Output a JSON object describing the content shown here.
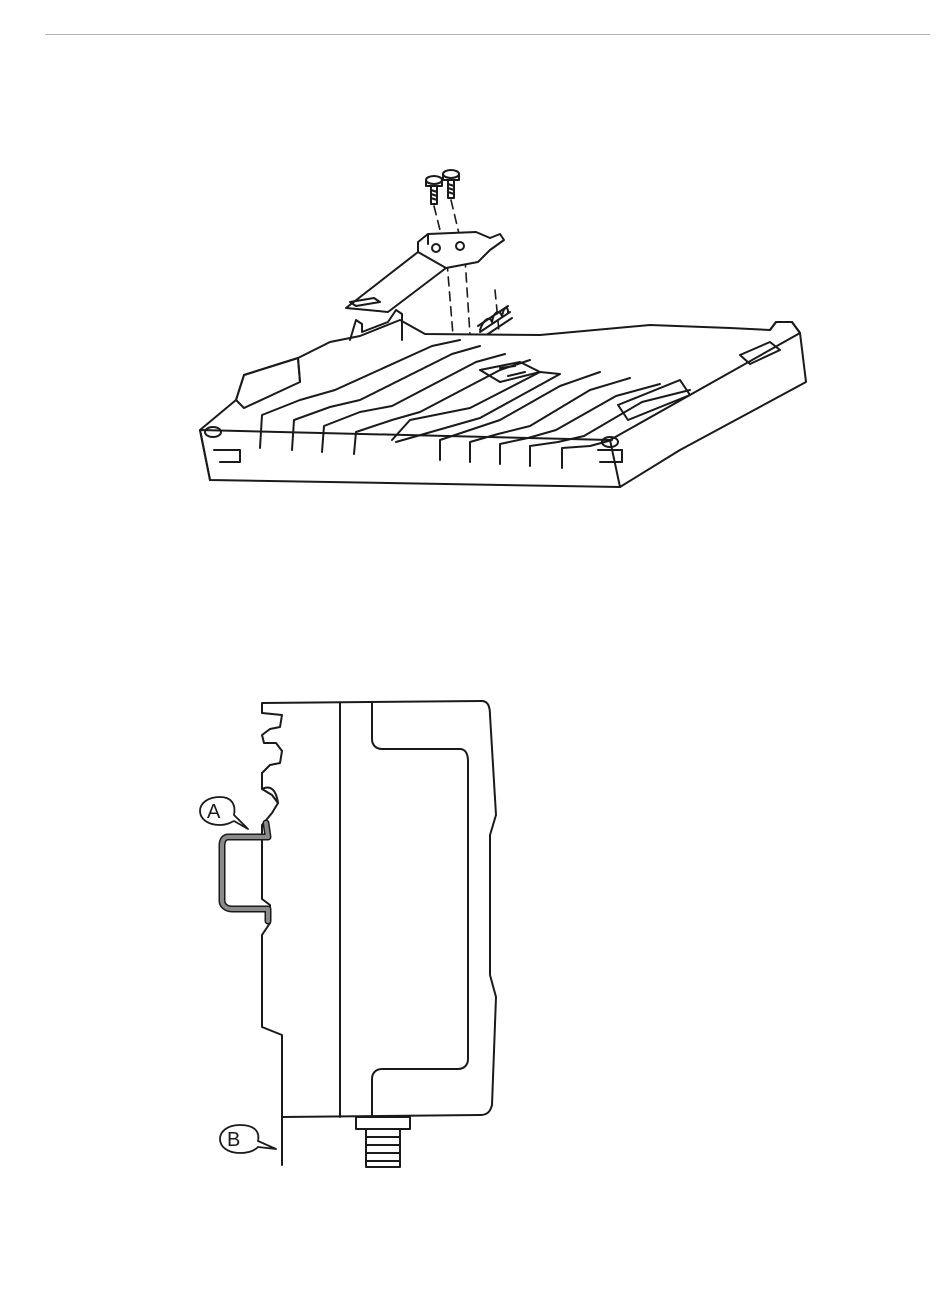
{
  "figures": {
    "side_view": {
      "callouts": [
        {
          "id": "A",
          "label": "A"
        },
        {
          "id": "B",
          "label": "B"
        }
      ]
    }
  },
  "colors": {
    "line": "#1a1a1a",
    "rule": "#b5b5b5",
    "rail": "#8a8a8a",
    "background": "#ffffff"
  }
}
